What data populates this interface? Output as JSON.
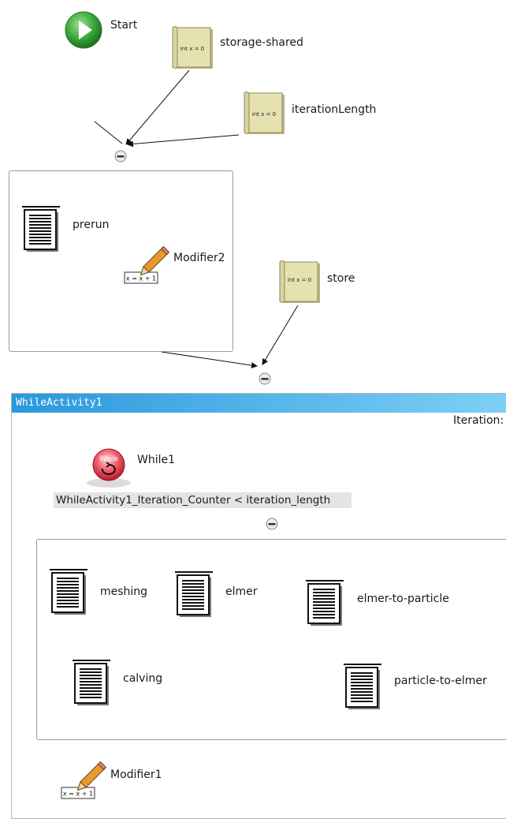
{
  "workflow": {
    "nodes": {
      "start": {
        "label": "Start",
        "icon": "play-icon"
      },
      "storage_shared": {
        "label": "storage-shared",
        "icon": "variable-scroll-icon",
        "icon_text": "int x = 0"
      },
      "iteration_length": {
        "label": "iterationLength",
        "icon": "variable-scroll-icon",
        "icon_text": "int x = 0"
      },
      "prerun": {
        "label": "prerun",
        "icon": "document-icon"
      },
      "modifier2": {
        "label": "Modifier2",
        "icon": "modifier-pencil-icon",
        "icon_text": "x = x + 1"
      },
      "store": {
        "label": "store",
        "icon": "variable-scroll-icon",
        "icon_text": "int x = 0"
      }
    },
    "while_activity": {
      "title": "WhileActivity1",
      "iteration_label": "Iteration:",
      "while_node": {
        "label": "While1",
        "icon_text": "While"
      },
      "condition": "WhileActivity1_Iteration_Counter < iteration_length",
      "inner_nodes": {
        "meshing": {
          "label": "meshing"
        },
        "elmer": {
          "label": "elmer"
        },
        "elmer_to_particle": {
          "label": "elmer-to-particle"
        },
        "calving": {
          "label": "calving"
        },
        "particle_to_elmer": {
          "label": "particle-to-elmer"
        }
      },
      "modifier1": {
        "label": "Modifier1",
        "icon_text": "x = x + 1"
      }
    }
  },
  "colors": {
    "header_start": "#2a98dc",
    "header_end": "#7fd0f6",
    "scroll": "#e6e2b0",
    "start_green": "#3aa83a"
  }
}
